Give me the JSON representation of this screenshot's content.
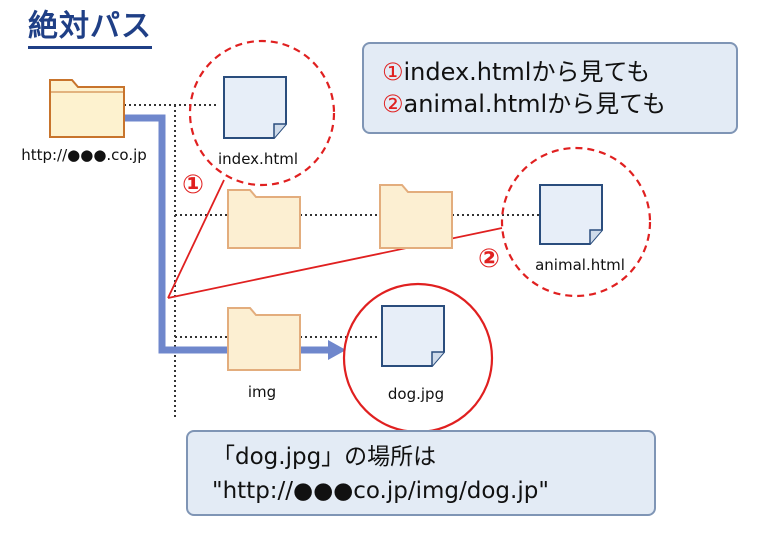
{
  "title": "絶対パス",
  "info": {
    "line1_num": "①",
    "line1_text": "index.htmlから見ても",
    "line2_num": "②",
    "line2_text": "animal.htmlから見ても"
  },
  "labels": {
    "root": "http://●●●.co.jp",
    "index": "index.html",
    "animal": "animal.html",
    "img": "img",
    "dog": "dog.jpg"
  },
  "markers": {
    "m1": "①",
    "m2": "②"
  },
  "bottom": {
    "line1": "「dog.jpg」の場所は",
    "line2": "\"http://●●●co.jp/img/dog.jp\""
  },
  "colors": {
    "title": "#1f3f86",
    "folder_root_fill": "#fdf2cf",
    "folder_root_stroke": "#c8742c",
    "folder_fill": "#fcefd2",
    "folder_stroke": "#e3ad7d",
    "file_fill": "#e7eef8",
    "file_stroke": "#2a4d7d",
    "path_arrow": "#6f87cc",
    "red": "#e02020",
    "box_fill": "#e3ebf5",
    "box_stroke": "#7f95b5"
  }
}
